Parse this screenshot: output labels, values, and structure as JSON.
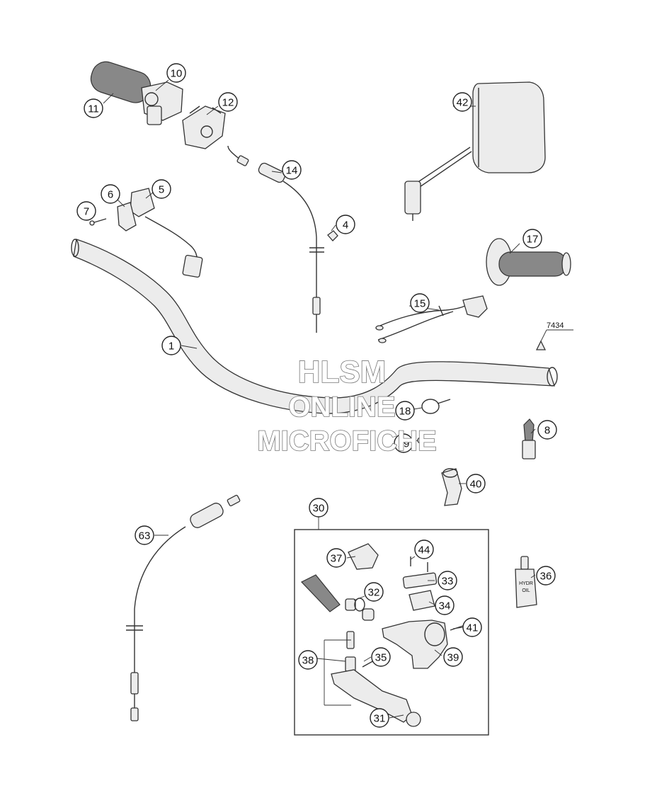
{
  "callouts": [
    {
      "id": "c1",
      "label": "1"
    },
    {
      "id": "c4",
      "label": "4"
    },
    {
      "id": "c5",
      "label": "5"
    },
    {
      "id": "c6",
      "label": "6"
    },
    {
      "id": "c7",
      "label": "7"
    },
    {
      "id": "c8",
      "label": "8"
    },
    {
      "id": "c10",
      "label": "10"
    },
    {
      "id": "c11",
      "label": "11"
    },
    {
      "id": "c12",
      "label": "12"
    },
    {
      "id": "c14",
      "label": "14"
    },
    {
      "id": "c15",
      "label": "15"
    },
    {
      "id": "c17",
      "label": "17"
    },
    {
      "id": "c18",
      "label": "18"
    },
    {
      "id": "c19",
      "label": "19"
    },
    {
      "id": "c30",
      "label": "30"
    },
    {
      "id": "c31",
      "label": "31"
    },
    {
      "id": "c32",
      "label": "32"
    },
    {
      "id": "c33",
      "label": "33"
    },
    {
      "id": "c34",
      "label": "34"
    },
    {
      "id": "c35",
      "label": "35"
    },
    {
      "id": "c36",
      "label": "36"
    },
    {
      "id": "c37",
      "label": "37"
    },
    {
      "id": "c38",
      "label": "38"
    },
    {
      "id": "c39",
      "label": "39"
    },
    {
      "id": "c40",
      "label": "40"
    },
    {
      "id": "c41",
      "label": "41"
    },
    {
      "id": "c42",
      "label": "42"
    },
    {
      "id": "c44",
      "label": "44"
    },
    {
      "id": "c63",
      "label": "63"
    }
  ],
  "reference_label": "7434",
  "bottle_label_line1": "HYDR",
  "bottle_label_line2": "OIL",
  "watermark": {
    "line1": "HLSM",
    "line2": "ONLINE",
    "line3": "MICROFICHE"
  }
}
